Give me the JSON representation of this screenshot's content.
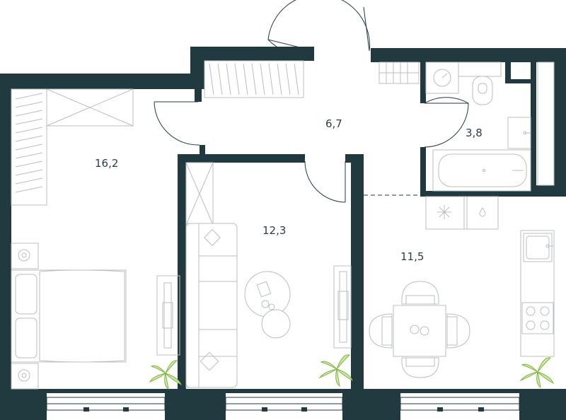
{
  "rooms": [
    {
      "id": "bedroom",
      "area": "16,2"
    },
    {
      "id": "hallway",
      "area": "6,7"
    },
    {
      "id": "bathroom",
      "area": "3,8"
    },
    {
      "id": "living",
      "area": "12,3"
    },
    {
      "id": "kitchen",
      "area": "11,5"
    }
  ],
  "colors": {
    "wall": "#213a3f",
    "furniture": "#b9bec0",
    "plant": "#8cc63f",
    "label": "#2d3d42"
  }
}
